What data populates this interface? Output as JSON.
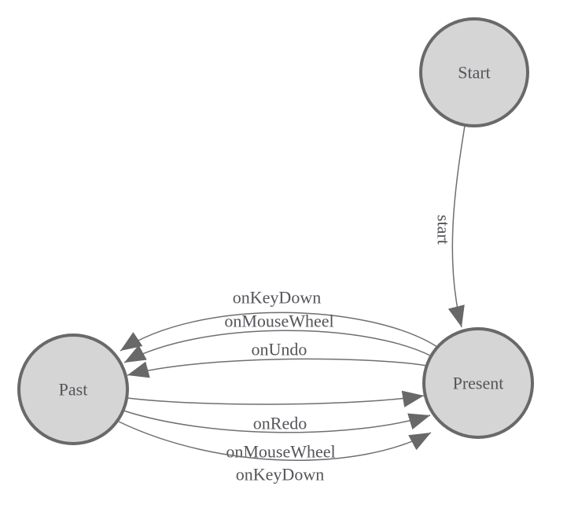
{
  "diagram": {
    "type": "state-machine",
    "colors": {
      "background": "#ffffff",
      "node_fill": "#d5d5d5",
      "node_stroke": "#696969",
      "edge_stroke": "#6f6f6f",
      "arrowhead_fill": "#686868",
      "label_text": "#54545a"
    },
    "nodes": [
      {
        "id": "start",
        "label": "Start"
      },
      {
        "id": "present",
        "label": "Present"
      },
      {
        "id": "past",
        "label": "Past"
      }
    ],
    "edges": [
      {
        "from": "Start",
        "to": "Present",
        "label": "start"
      },
      {
        "from": "Present",
        "to": "Past",
        "label": "onKeyDown"
      },
      {
        "from": "Present",
        "to": "Past",
        "label": "onMouseWheel"
      },
      {
        "from": "Present",
        "to": "Past",
        "label": "onUndo"
      },
      {
        "from": "Past",
        "to": "Present",
        "label": "onRedo"
      },
      {
        "from": "Past",
        "to": "Present",
        "label": "onMouseWheel"
      },
      {
        "from": "Past",
        "to": "Present",
        "label": "onKeyDown"
      }
    ]
  }
}
